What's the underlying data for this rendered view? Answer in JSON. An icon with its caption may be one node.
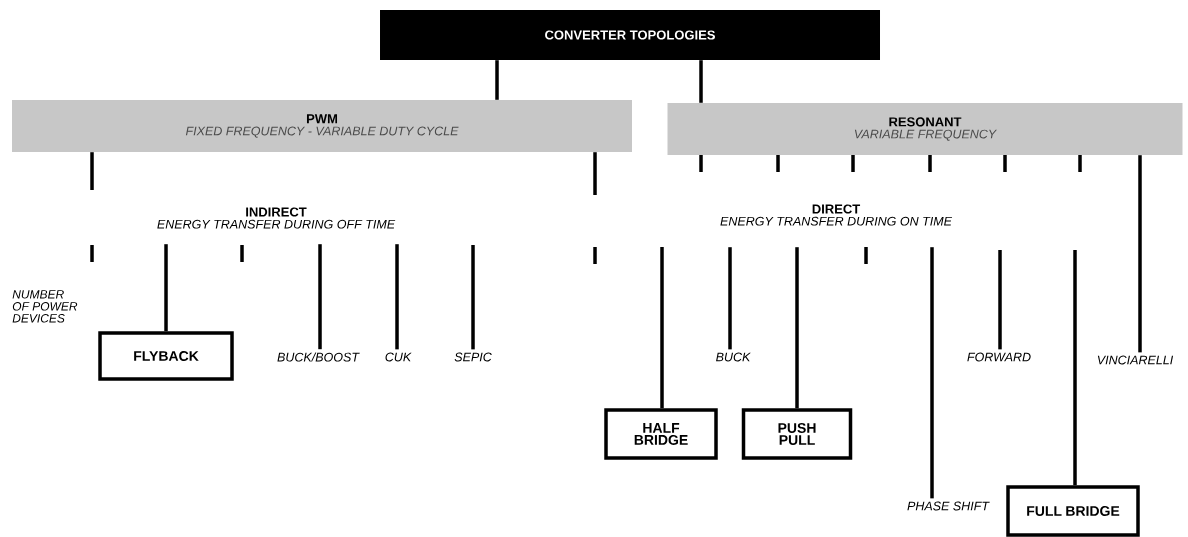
{
  "diagram": {
    "nodes": [
      {
        "text": [
          "CONVERTER TOPOLOGIES"
        ]
      },
      {
        "text": [
          "PWM",
          "FIXED FREQUENCY - VARIABLE DUTY CYCLE"
        ]
      },
      {
        "text": [
          "RESONANT",
          "VARIABLE FREQUENCY"
        ]
      },
      {
        "text": [
          "INDIRECT",
          "ENERGY TRANSFER DURING OFF TIME"
        ]
      },
      {
        "text": [
          "DIRECT",
          "ENERGY TRANSFER DURING ON TIME"
        ]
      },
      {
        "text": [
          "FLYBACK"
        ]
      },
      {
        "text": [
          "BUCK/BOOST"
        ]
      },
      {
        "text": [
          "CUK"
        ]
      },
      {
        "text": [
          "SEPIC"
        ]
      },
      {
        "text": [
          "HALF BRIDGE"
        ]
      },
      {
        "text": [
          "BUCK"
        ]
      },
      {
        "text": [
          "PUSH PULL"
        ]
      },
      {
        "text": [
          "PHASE SHIFT"
        ]
      },
      {
        "text": [
          "FORWARD"
        ]
      },
      {
        "text": [
          "FULL BRIDGE"
        ]
      },
      {
        "text": [
          "VINCIARELLI"
        ]
      }
    ],
    "edges": [
      {
        "from": 0,
        "to": 1,
        "arrow": "none"
      },
      {
        "from": 0,
        "to": 2,
        "arrow": "none"
      },
      {
        "from": 1,
        "to": null,
        "arrow": "none"
      },
      {
        "from": 1,
        "to": null,
        "arrow": "none"
      },
      {
        "from": 2,
        "to": 15,
        "arrow": "none"
      },
      {
        "from": 3,
        "to": 5,
        "arrow": "none"
      },
      {
        "from": 3,
        "to": 6,
        "arrow": "none"
      },
      {
        "from": 3,
        "to": 7,
        "arrow": "none"
      },
      {
        "from": null,
        "to": 8,
        "arrow": "none"
      },
      {
        "from": null,
        "to": 9,
        "arrow": "none"
      },
      {
        "from": 4,
        "to": 10,
        "arrow": "none"
      },
      {
        "from": 4,
        "to": 11,
        "arrow": "none"
      },
      {
        "from": 4,
        "to": 12,
        "arrow": "none"
      },
      {
        "from": null,
        "to": 13,
        "arrow": "none"
      },
      {
        "from": null,
        "to": 14,
        "arrow": "none"
      }
    ],
    "labels": [
      "NUMBER OF POWER DEVICES"
    ]
  }
}
